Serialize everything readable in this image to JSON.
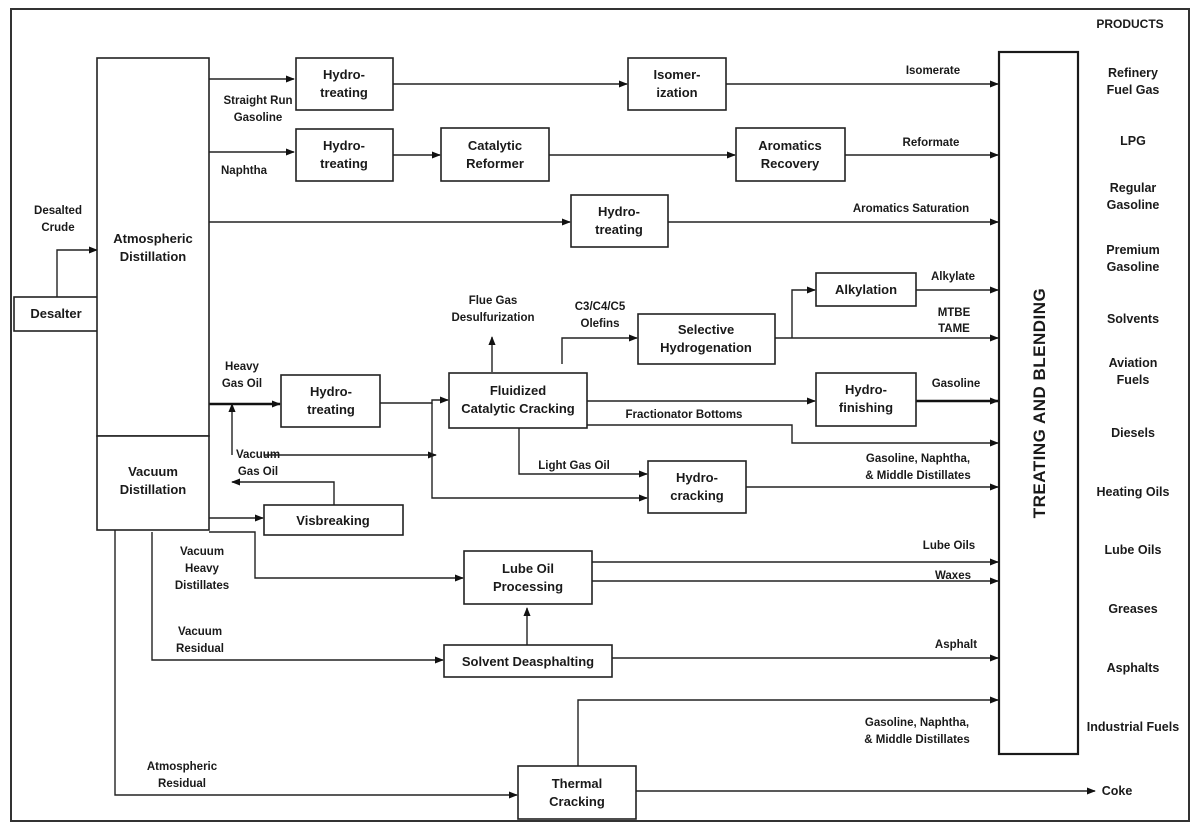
{
  "products": {
    "header": "PRODUCTS",
    "items": [
      [
        "Refinery",
        "Fuel Gas"
      ],
      [
        "LPG"
      ],
      [
        "Regular",
        "Gasoline"
      ],
      [
        "Premium",
        "Gasoline"
      ],
      [
        "Solvents"
      ],
      [
        "Aviation",
        "Fuels"
      ],
      [
        "Diesels"
      ],
      [
        "Heating Oils"
      ],
      [
        "Lube Oils"
      ],
      [
        "Greases"
      ],
      [
        "Asphalts"
      ],
      [
        "Industrial Fuels"
      ]
    ]
  },
  "blending": {
    "label": "TREATING AND BLENDING"
  },
  "units": {
    "desalter": [
      "Desalter"
    ],
    "atmospheric_distillation": [
      "Atmospheric",
      "Distillation"
    ],
    "vacuum_distillation": [
      "Vacuum",
      "Distillation"
    ],
    "hydrotreating_1": [
      "Hydro-",
      "treating"
    ],
    "hydrotreating_2": [
      "Hydro-",
      "treating"
    ],
    "hydrotreating_3": [
      "Hydro-",
      "treating"
    ],
    "hydrotreating_4": [
      "Hydro-",
      "treating"
    ],
    "isomerization": [
      "Isomer-",
      "ization"
    ],
    "catalytic_reformer": [
      "Catalytic",
      "Reformer"
    ],
    "aromatics_recovery": [
      "Aromatics",
      "Recovery"
    ],
    "alkylation": [
      "Alkylation"
    ],
    "selective_hydrogenation": [
      "Selective",
      "Hydrogenation"
    ],
    "fcc": [
      "Fluidized",
      "Catalytic Cracking"
    ],
    "hydrofinishing": [
      "Hydro-",
      "finishing"
    ],
    "hydrocracking": [
      "Hydro-",
      "cracking"
    ],
    "visbreaking": [
      "Visbreaking"
    ],
    "lube_oil_processing": [
      "Lube Oil",
      "Processing"
    ],
    "solvent_deasphalting": [
      "Solvent Deasphalting"
    ],
    "thermal_cracking": [
      "Thermal",
      "Cracking"
    ]
  },
  "streams": {
    "desalted_crude": [
      "Desalted",
      "Crude"
    ],
    "straight_run_gasoline": [
      "Straight Run",
      "Gasoline"
    ],
    "naphtha": [
      "Naphtha"
    ],
    "isomerate": [
      "Isomerate"
    ],
    "reformate": [
      "Reformate"
    ],
    "aromatics_saturation": [
      "Aromatics Saturation"
    ],
    "flue_gas": [
      "Flue Gas",
      "Desulfurization"
    ],
    "olefins": [
      "C3/C4/C5",
      "Olefins"
    ],
    "alkylate": [
      "Alkylate"
    ],
    "mtbe": [
      "MTBE",
      "TAME"
    ],
    "heavy_gas_oil": [
      "Heavy",
      "Gas Oil"
    ],
    "gasoline": [
      "Gasoline"
    ],
    "fractionator_bottoms": [
      "Fractionator Bottoms"
    ],
    "vacuum_gas_oil": [
      "Vacuum",
      "Gas Oil"
    ],
    "light_gas_oil": [
      "Light Gas Oil"
    ],
    "gnmd_1": [
      "Gasoline, Naphtha,",
      "& Middle Distillates"
    ],
    "vacuum_heavy_distillates": [
      "Vacuum",
      "Heavy",
      "Distillates"
    ],
    "lube_oils": [
      "Lube Oils"
    ],
    "waxes": [
      "Waxes"
    ],
    "vacuum_residual": [
      "Vacuum",
      "Residual"
    ],
    "asphalt": [
      "Asphalt"
    ],
    "gnmd_2": [
      "Gasoline, Naphtha,",
      "& Middle Distillates"
    ],
    "atmospheric_residual": [
      "Atmospheric",
      "Residual"
    ],
    "coke": [
      "Coke"
    ]
  }
}
